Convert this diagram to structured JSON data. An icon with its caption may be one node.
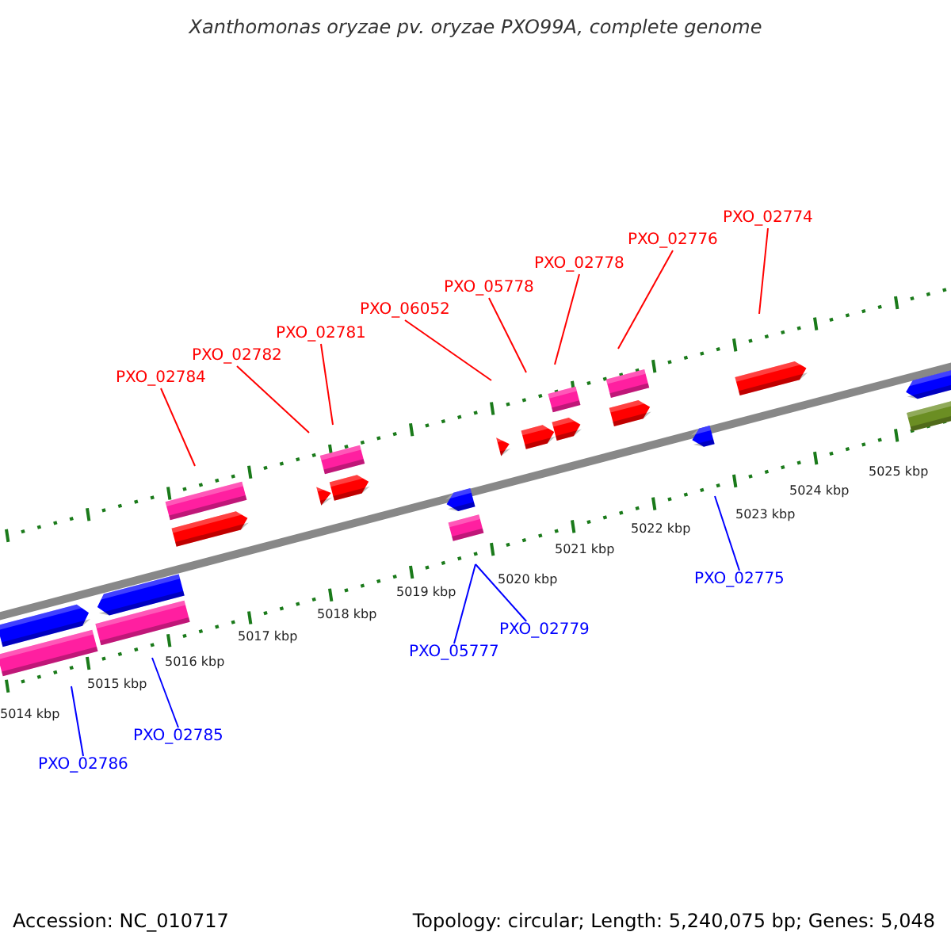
{
  "diagram": {
    "title": "Xanthomonas oryzae pv. oryzae PXO99A, complete genome",
    "nodes": [
      {
        "text": [
          "PXO_02784"
        ]
      },
      {
        "text": [
          "PXO_02782"
        ]
      },
      {
        "text": [
          "PXO_02781"
        ]
      },
      {
        "text": [
          "PXO_06052"
        ]
      },
      {
        "text": [
          "PXO_05778"
        ]
      },
      {
        "text": [
          "PXO_02778"
        ]
      },
      {
        "text": [
          "PXO_02776"
        ]
      },
      {
        "text": [
          "PXO_02774"
        ]
      },
      {
        "text": [
          "PXO_02786"
        ]
      },
      {
        "text": [
          "PXO_02785"
        ]
      },
      {
        "text": [
          "PXO_05777"
        ]
      },
      {
        "text": [
          "PXO_02779"
        ]
      },
      {
        "text": [
          "PXO_02775"
        ]
      }
    ],
    "edges": [
      {
        "from": 0,
        "to": null,
        "arrow": "none"
      },
      {
        "from": 1,
        "to": null,
        "arrow": "none"
      },
      {
        "from": 2,
        "to": null,
        "arrow": "none"
      },
      {
        "from": 3,
        "to": null,
        "arrow": "none"
      },
      {
        "from": 4,
        "to": null,
        "arrow": "none"
      },
      {
        "from": 5,
        "to": null,
        "arrow": "none"
      },
      {
        "from": 6,
        "to": null,
        "arrow": "none"
      },
      {
        "from": 7,
        "to": null,
        "arrow": "none"
      },
      {
        "from": 8,
        "to": null,
        "arrow": "none",
        "color": "#0000ff"
      },
      {
        "from": 9,
        "to": null,
        "arrow": "none",
        "color": "#0000ff"
      },
      {
        "from": 10,
        "to": null,
        "arrow": "none",
        "color": "#0000ff"
      },
      {
        "from": 11,
        "to": null,
        "arrow": "none",
        "color": "#0000ff"
      },
      {
        "from": 12,
        "to": null,
        "arrow": "none",
        "color": "#0000ff"
      }
    ],
    "labels": [
      "5014 kbp",
      "5015 kbp",
      "5016 kbp",
      "5017 kbp",
      "5018 kbp",
      "5019 kbp",
      "5020 kbp",
      "5021 kbp",
      "5022 kbp",
      "5023 kbp",
      "5024 kbp",
      "5025 kbp",
      "Accession: NC_010717",
      "Topology: circular; Length: 5,240,075 bp; Genes: 5,048"
    ]
  }
}
